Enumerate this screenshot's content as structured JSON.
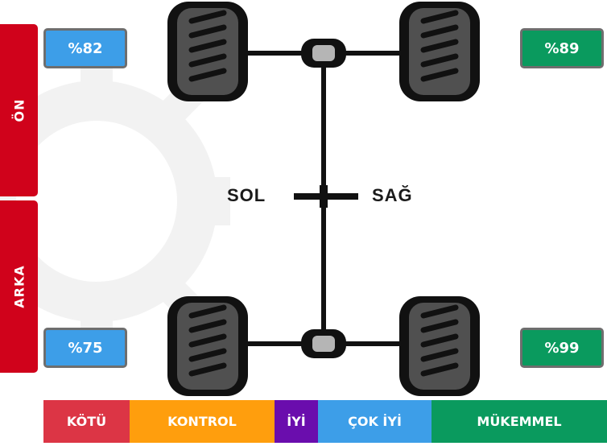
{
  "side_labels": {
    "front": "ÖN",
    "rear": "ARKA"
  },
  "directions": {
    "left": "SOL",
    "right": "SAĞ"
  },
  "tires": {
    "front_left": {
      "value": "%82",
      "color": "#3d9ee8"
    },
    "front_right": {
      "value": "%89",
      "color": "#0a9a5e"
    },
    "rear_left": {
      "value": "%75",
      "color": "#3d9ee8"
    },
    "rear_right": {
      "value": "%99",
      "color": "#0a9a5e"
    }
  },
  "legend": [
    {
      "label": "KÖTÜ",
      "color": "#dc3545"
    },
    {
      "label": "KONTROL",
      "color": "#ff9e0d"
    },
    {
      "label": "İYİ",
      "color": "#6a0dad"
    },
    {
      "label": "ÇOK İYİ",
      "color": "#3d9ee8"
    },
    {
      "label": "MÜKEMMEL",
      "color": "#0a9a5e"
    }
  ]
}
